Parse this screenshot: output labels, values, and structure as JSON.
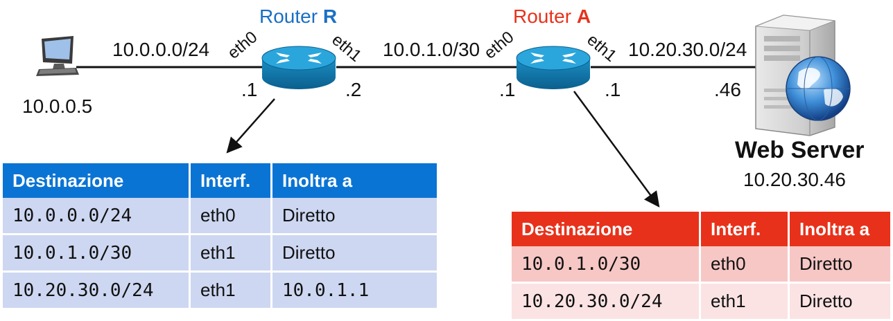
{
  "network": {
    "routers": [
      {
        "title_prefix": "Router ",
        "title_name": "R",
        "title_color": "#1a6fc4",
        "left_if": "eth0",
        "right_if": "eth1",
        "left_ip": ".1",
        "right_ip": ".2"
      },
      {
        "title_prefix": "Router ",
        "title_name": "A",
        "title_color": "#e8311b",
        "left_if": "eth0",
        "right_if": "eth1",
        "left_ip": ".1",
        "right_ip": ".1"
      }
    ],
    "subnets": [
      "10.0.0.0/24",
      "10.0.1.0/30",
      "10.20.30.0/24"
    ],
    "client": {
      "ip": "10.0.0.5"
    },
    "server": {
      "name": "Web Server",
      "ip": "10.20.30.46",
      "host_part": ".46"
    }
  },
  "table_r": {
    "header_color": "#0a74d4",
    "headers": [
      "Destinazione",
      "Interf.",
      "Inoltra a"
    ],
    "rows": [
      [
        "10.0.0.0/24",
        "eth0",
        "Diretto"
      ],
      [
        "10.0.1.0/30",
        "eth1",
        "Diretto"
      ],
      [
        "10.20.30.0/24",
        "eth1",
        "10.0.1.1"
      ]
    ]
  },
  "table_a": {
    "header_color": "#e8311b",
    "headers": [
      "Destinazione",
      "Interf.",
      "Inoltra a"
    ],
    "rows": [
      [
        "10.0.1.0/30",
        "eth0",
        "Diretto"
      ],
      [
        "10.20.30.0/24",
        "eth1",
        "Diretto"
      ]
    ]
  }
}
